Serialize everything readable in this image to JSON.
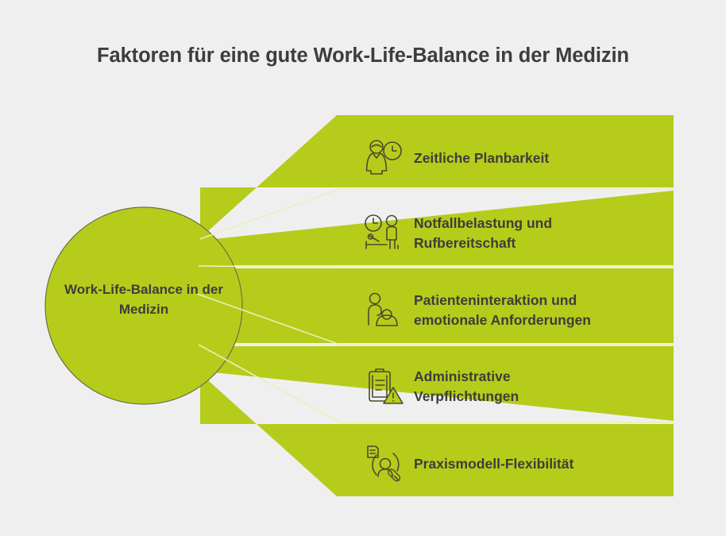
{
  "page": {
    "title": "Faktoren für eine gute Work-Life-Balance in der Medizin",
    "background_color": "#f0eff0",
    "accent_color": "#b6cc1b",
    "text_color": "#3d3d3b",
    "divider_color": "#e4eda8"
  },
  "hub": {
    "label": "Work-Life-Balance in\nder Medizin"
  },
  "factors": [
    {
      "id": "zeitliche-planbarkeit",
      "label": "Zeitliche Planbarkeit",
      "icon": "doctor-clock-icon"
    },
    {
      "id": "notfallbelastung",
      "label": "Notfallbelastung und\nRufbereitschaft",
      "icon": "clock-patient-bed-icon"
    },
    {
      "id": "patienteninteraktion",
      "label": "Patienteninteraktion und\nemotionale Anforderungen",
      "icon": "two-people-care-icon"
    },
    {
      "id": "administrative-verpflichtungen",
      "label": "Administrative\nVerpflichtungen",
      "icon": "clipboard-warning-icon"
    },
    {
      "id": "praxismodell-flexibilitaet",
      "label": "Praxismodell-Flexibilität",
      "icon": "document-person-pill-icon"
    }
  ]
}
